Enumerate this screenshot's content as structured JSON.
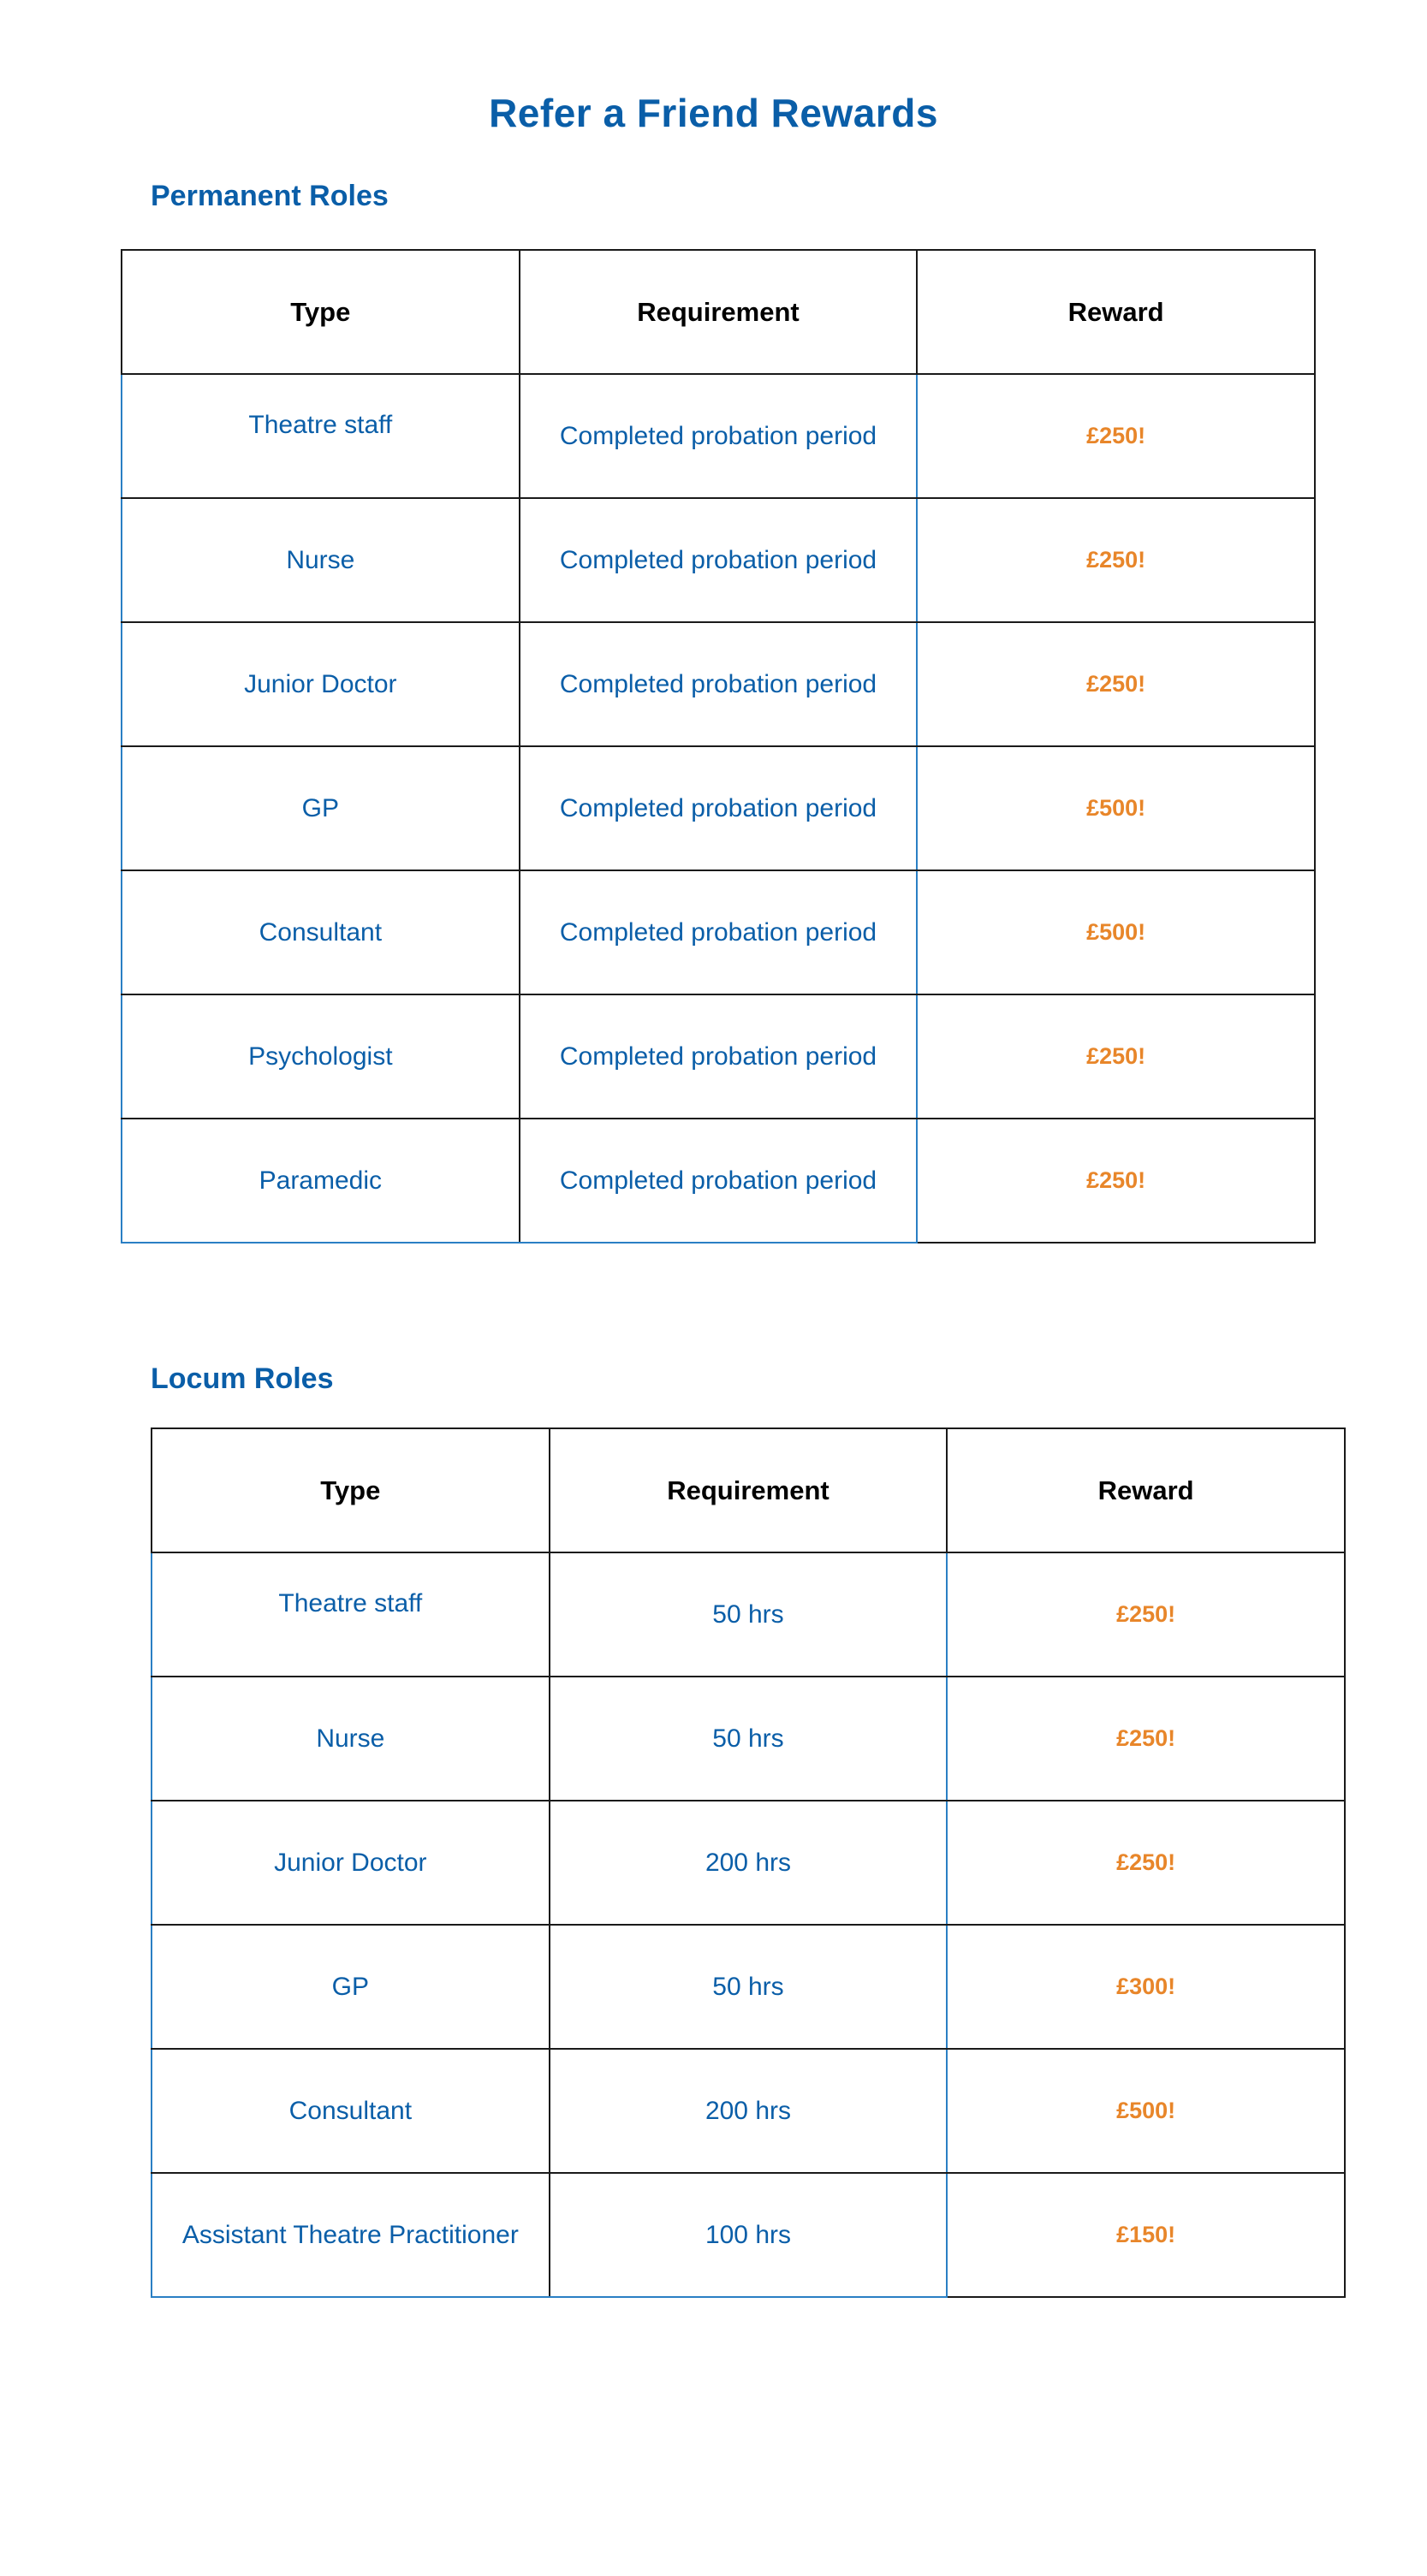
{
  "page": {
    "title": "Refer a Friend Rewards"
  },
  "colors": {
    "heading_blue": "#0a5ea8",
    "reward_orange": "#e8862a",
    "border_dark": "#1a1a1a",
    "border_blue": "#2a7fc4"
  },
  "permanent": {
    "heading": "Permanent Roles",
    "columns": [
      "Type",
      "Requirement",
      "Reward"
    ],
    "rows": [
      {
        "type": "Theatre staff",
        "requirement": "Completed probation period",
        "reward": "£250!"
      },
      {
        "type": "Nurse",
        "requirement": "Completed probation period",
        "reward": "£250!"
      },
      {
        "type": "Junior Doctor",
        "requirement": "Completed probation period",
        "reward": "£250!"
      },
      {
        "type": "GP",
        "requirement": "Completed probation period",
        "reward": "£500!"
      },
      {
        "type": "Consultant",
        "requirement": "Completed probation period",
        "reward": "£500!"
      },
      {
        "type": "Psychologist",
        "requirement": "Completed probation period",
        "reward": "£250!"
      },
      {
        "type": "Paramedic",
        "requirement": "Completed probation period",
        "reward": "£250!"
      }
    ]
  },
  "locum": {
    "heading": "Locum Roles",
    "columns": [
      "Type",
      "Requirement",
      "Reward"
    ],
    "rows": [
      {
        "type": "Theatre staff",
        "requirement": "50 hrs",
        "reward": "£250!"
      },
      {
        "type": "Nurse",
        "requirement": "50 hrs",
        "reward": "£250!"
      },
      {
        "type": "Junior Doctor",
        "requirement": "200 hrs",
        "reward": "£250!"
      },
      {
        "type": "GP",
        "requirement": "50 hrs",
        "reward": "£300!"
      },
      {
        "type": "Consultant",
        "requirement": "200 hrs",
        "reward": "£500!"
      },
      {
        "type": "Assistant Theatre Practitioner",
        "requirement": "100 hrs",
        "reward": "£150!"
      }
    ]
  }
}
